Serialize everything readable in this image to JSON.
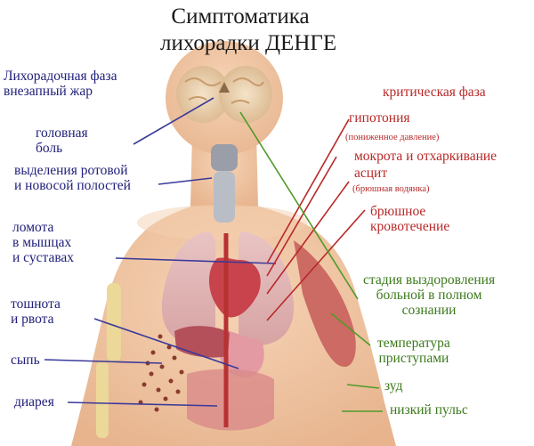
{
  "title": [
    "Симптоматика",
    "лихорадки ДЕНГЕ"
  ],
  "phases": {
    "fever": [
      "Лихорадочная фаза",
      "внезапный жар"
    ],
    "critical": "критическая фаза",
    "recovery": [
      "стадия выздоровления",
      "больной в полном",
      "сознании"
    ]
  },
  "left_labels": {
    "headache": [
      "головная",
      "боль"
    ],
    "bleeding_mouth_nose": [
      "выделения ротовой",
      "и новосой полостей"
    ],
    "aches": [
      "ломота",
      "в мышцах",
      "и суставах"
    ],
    "nausea": [
      "тошнота",
      "и рвота"
    ],
    "rash": "сыпь",
    "diarrhea": "диарея"
  },
  "critical_labels": {
    "hypotension": "гипотония",
    "hypotension_note": "(пониженное давление)",
    "sputum": "мокрота и отхаркивание",
    "ascites": "асцит",
    "ascites_note": "(брюшная водянка)",
    "abdominal_bleeding": [
      "брюшное",
      "кровотечение"
    ]
  },
  "recovery_labels": {
    "fever_attacks": [
      "температура",
      "приступами"
    ],
    "itch": "зуд",
    "low_pulse": "низкий пульс"
  },
  "colors": {
    "blue": "#20207a",
    "red": "#b82828",
    "green": "#3c7a1c",
    "skin": "#f1c9a6",
    "organ": "#c8434b"
  }
}
